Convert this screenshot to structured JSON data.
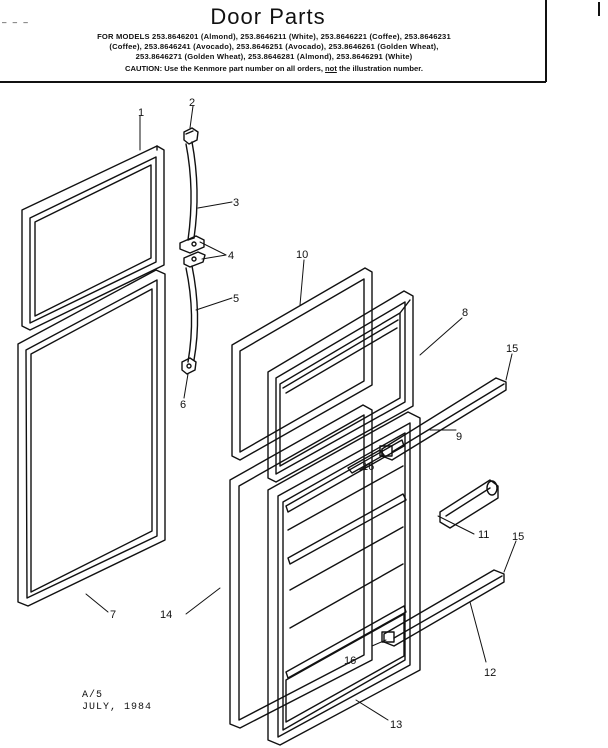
{
  "header": {
    "title": "Door Parts",
    "models_line1": "FOR MODELS 253.8646201 (Almond), 253.8646211 (White), 253.8646221 (Coffee), 253.8646231",
    "models_line2": "(Coffee), 253.8646241 (Avocado), 253.8646251 (Avocado), 253.8646261 (Golden Wheat),",
    "models_line3": "253.8646271 (Golden Wheat), 253.8646281 (Almond), 253.8646291 (White)",
    "caution_prefix": "CAUTION: Use the Kenmore part number on all orders, ",
    "caution_not": "not",
    "caution_suffix": " the illustration number."
  },
  "labels": {
    "l1": "1",
    "l2": "2",
    "l3": "3",
    "l4": "4",
    "l5": "5",
    "l6": "6",
    "l7": "7",
    "l8": "8",
    "l9": "9",
    "l10": "10",
    "l11": "11",
    "l12": "12",
    "l13": "13",
    "l14": "14",
    "l15a": "15",
    "l15b": "15",
    "l16a": "16",
    "l16b": "16"
  },
  "footer": {
    "code": "A/5",
    "date": "JULY, 1984"
  }
}
